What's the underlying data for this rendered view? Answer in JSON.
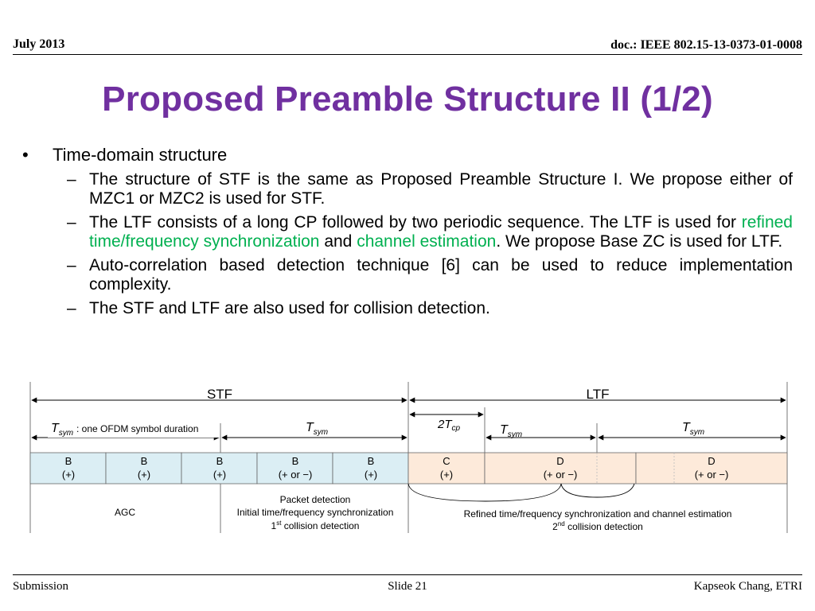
{
  "header": {
    "date": "July 2013",
    "doc": "doc.: IEEE 802.15-13-0373-01-0008"
  },
  "title": "Proposed Preamble Structure II (1/2)",
  "bullets": {
    "b1": "Time-domain structure",
    "s1": "The structure of STF is the same as Proposed Preamble Structure I. We propose either of MZC1 or MZC2 is used for STF.",
    "s2_a": "The LTF consists of a long CP followed by two periodic sequence. The LTF is used for ",
    "s2_g1": "refined time/frequency synchronization",
    "s2_b": " and ",
    "s2_g2": "channel estimation",
    "s2_c": ". We propose Base ZC is used for LTF.",
    "s3": "Auto-correlation based detection technique [6] can be used to reduce implementation complexity.",
    "s4": "The STF and LTF are also used for collision detection."
  },
  "diagram": {
    "stf_label": "STF",
    "ltf_label": "LTF",
    "t_sym": "T",
    "t_sym_sub": "sym",
    "t_sym_desc": " : one OFDM symbol duration",
    "two_tcp_pre": "2T",
    "two_tcp_sub": "cp",
    "blocks": [
      {
        "top": "B",
        "bottom": "(+)"
      },
      {
        "top": "B",
        "bottom": "(+)"
      },
      {
        "top": "B",
        "bottom": "(+)"
      },
      {
        "top": "B",
        "bottom": "(+ or −)"
      },
      {
        "top": "B",
        "bottom": "(+)"
      },
      {
        "top": "C",
        "bottom": "(+)"
      },
      {
        "top": "D",
        "bottom": "(+ or −)"
      },
      {
        "top": "D",
        "bottom": "(+ or −)"
      }
    ],
    "agc": "AGC",
    "packet_detection": "Packet detection",
    "initial_sync": "Initial time/frequency synchronization",
    "collision1_pre": "1",
    "collision1_sup": "st",
    "collision1_post": " collision detection",
    "refined": "Refined time/frequency synchronization and channel estimation",
    "collision2_pre": "2",
    "collision2_sup": "nd",
    "collision2_post": " collision detection",
    "colors": {
      "stf_fill": "#dbeef4",
      "ltf_fill": "#fdeada",
      "title": "#7030a0",
      "highlight": "#00b050"
    }
  },
  "footer": {
    "left": "Submission",
    "center": "Slide 21",
    "right": "Kapseok Chang, ETRI"
  }
}
